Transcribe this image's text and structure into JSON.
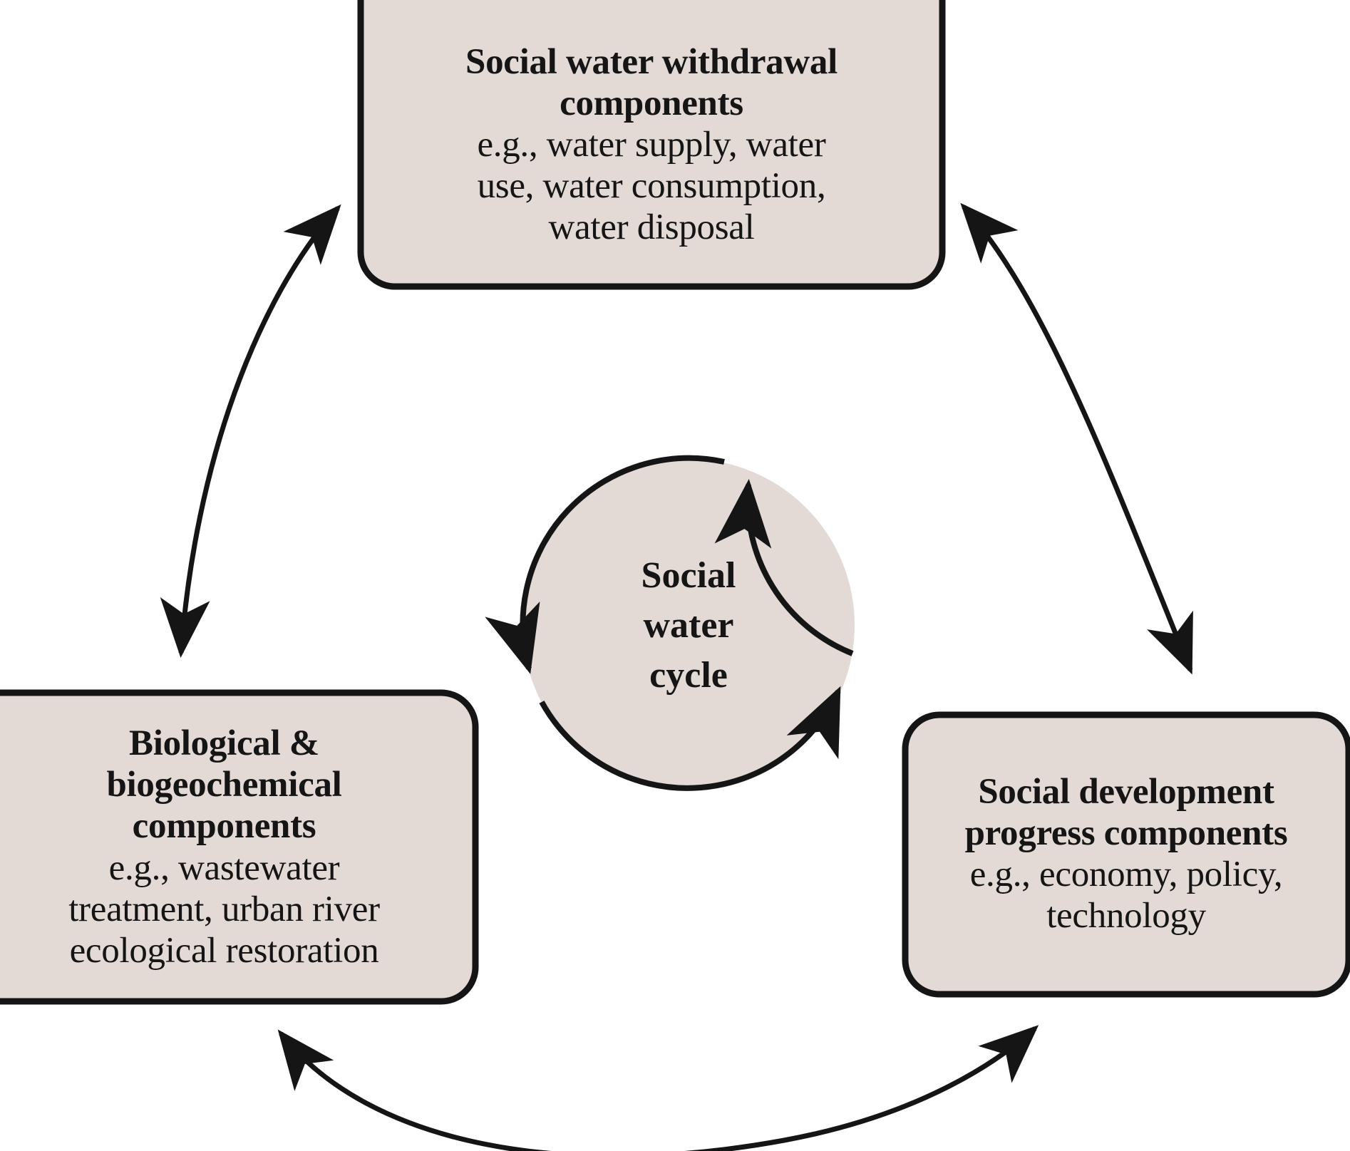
{
  "diagram": {
    "type": "cycle-diagram",
    "hub": {
      "label_lines": [
        "Social",
        "water",
        "cycle"
      ],
      "inner_arrow_direction": "counter-clockwise",
      "inner_arc_count": 3
    },
    "style": {
      "node_fill": "#e3dad6",
      "node_stroke": "#151515",
      "arrow_color": "#151515",
      "background": "#ffffff"
    },
    "nodes": [
      {
        "id": "social-water-withdrawal",
        "position": "top",
        "title_lines": [
          "Social water withdrawal",
          "components"
        ],
        "detail_lines": [
          "e.g., water supply, water",
          "use, water consumption,",
          "water disposal"
        ]
      },
      {
        "id": "biological-biogeochemical",
        "position": "left",
        "title_lines": [
          "Biological &",
          "biogeochemical",
          "components"
        ],
        "detail_lines": [
          "e.g., wastewater",
          "treatment, urban river",
          "ecological restoration"
        ]
      },
      {
        "id": "social-development-progress",
        "position": "right",
        "title_lines": [
          "Social development",
          "progress components"
        ],
        "detail_lines": [
          "e.g., economy, policy,",
          "technology"
        ]
      }
    ],
    "connectors": [
      {
        "id": "top-left-arc",
        "from": "social-water-withdrawal",
        "to": "biological-biogeochemical",
        "bidirectional": true
      },
      {
        "id": "top-right-arc",
        "from": "social-water-withdrawal",
        "to": "social-development-progress",
        "bidirectional": true
      },
      {
        "id": "bottom-arc",
        "from": "biological-biogeochemical",
        "to": "social-development-progress",
        "bidirectional": true
      }
    ]
  }
}
